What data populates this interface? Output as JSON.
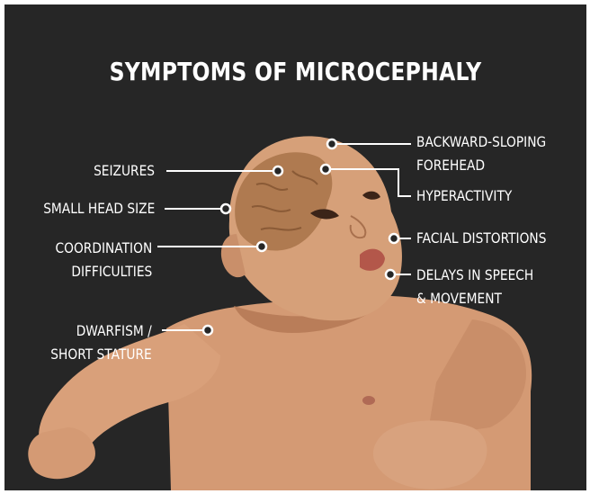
{
  "title": "SYMPTOMS OF MICROCEPHALY",
  "colors": {
    "background": "#262626",
    "text": "#ffffff",
    "skin": "#d49a74",
    "brain": "#a87349"
  },
  "labels": {
    "seizures": "SEIZURES",
    "small_head": "SMALL HEAD SIZE",
    "coordination": [
      "COORDINATION",
      "DIFFICULTIES"
    ],
    "dwarfism": [
      "DWARFISM /",
      "SHORT STATURE"
    ],
    "forehead": [
      "BACKWARD-SLOPING",
      "FOREHEAD"
    ],
    "hyperactivity": "HYPERACTIVITY",
    "facial": "FACIAL DISTORTIONS",
    "speech": [
      "DELAYS IN SPEECH",
      "& MOVEMENT"
    ]
  }
}
